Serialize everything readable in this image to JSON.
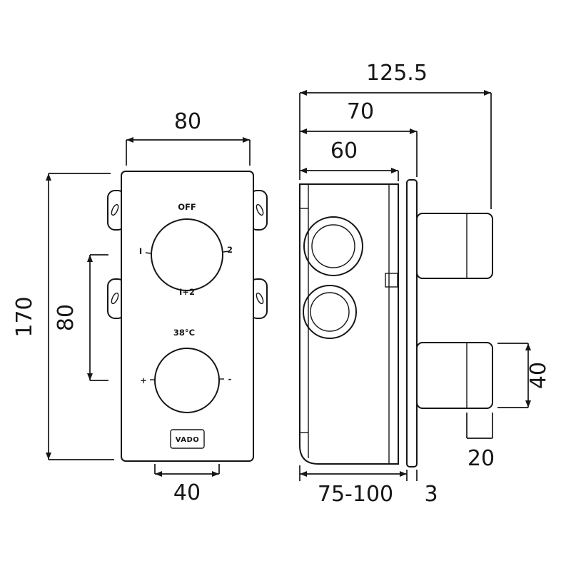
{
  "drawing": {
    "front": {
      "dim_width": "80",
      "dim_height": "170",
      "dim_knob_spacing": "80",
      "dim_bottom_width": "40",
      "diverter_knob": {
        "label_off": "OFF",
        "label_outlet1": "I",
        "label_outlet2": "2",
        "label_both": "I+2"
      },
      "temp_knob": {
        "label_temp": "38°C",
        "label_plus": "+",
        "label_minus": "-"
      },
      "brand": "VADO"
    },
    "side": {
      "dim_total_depth": "125.5",
      "dim_depth_to_plate": "70",
      "dim_body_depth": "60",
      "dim_handle_height": "40",
      "dim_grip_length": "20",
      "dim_wall_range": "75-100",
      "dim_plate_thickness": "3"
    }
  }
}
